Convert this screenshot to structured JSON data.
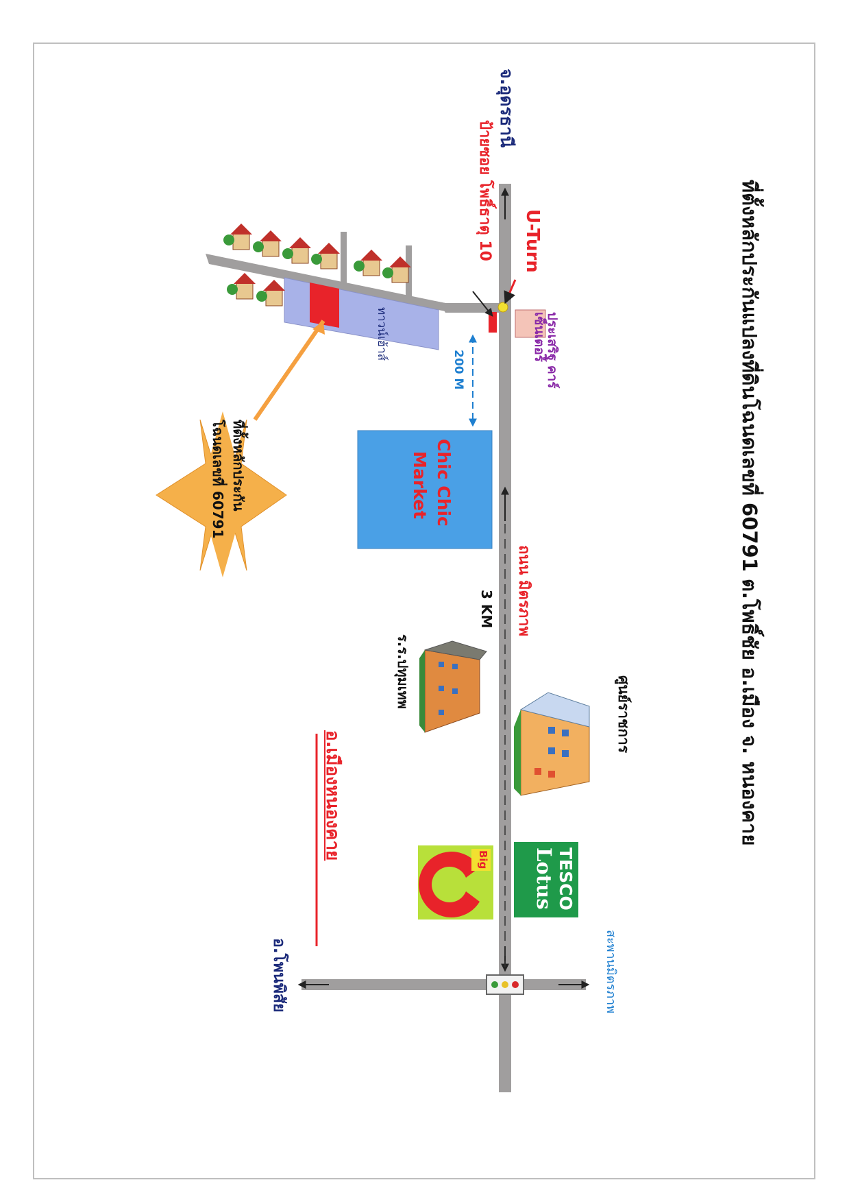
{
  "title": "ที่ตั้งหลักประกันแปลงที่ดินโฉนดเลขที่  60791  ต.โพธิ์ชัย อ.เมือง จ. หนองคาย",
  "directions": {
    "north": "จ.อุดรธานี",
    "south": "อ.โพนพิสัย",
    "bridge": "สะพานมิตรภาพ"
  },
  "roads": {
    "main_road": "ถนน มิตรภาพ",
    "distance_main": "3 KM",
    "distance_soi": "200 M",
    "soi_sign": "ป้ายซอย โพธิ์ธาตุ 10",
    "u_turn": "U-Turn"
  },
  "landmarks": {
    "car_center": "ประเสริฐ คาร์เซ็นเตอร์",
    "market": [
      "Chic Chic",
      "Market"
    ],
    "townhouse": "ทาวน์เฮ้าส์",
    "gov_center": "ศูนย์ราชการ",
    "school": "ร.ร.ปทุมเทพ",
    "district": "อ.เมืองหนองคาย",
    "tesco": [
      "TESCO",
      "Lotus"
    ],
    "bigc": [
      "Big",
      "C"
    ]
  },
  "collateral": {
    "line1": "ที่ตั้งหลักประกัน",
    "line2": "โฉนดเลขที่ 60791"
  },
  "colors": {
    "road": "#a09e9e",
    "red": "#e8232a",
    "navy": "#1b2a7a",
    "blue": "#1e7fd0",
    "purple": "#8a2aa8",
    "market": "#4aa0e6",
    "star": "#f5b04a",
    "tesco": "#1f9a4a",
    "bigc_bg": "#b8e03a"
  }
}
